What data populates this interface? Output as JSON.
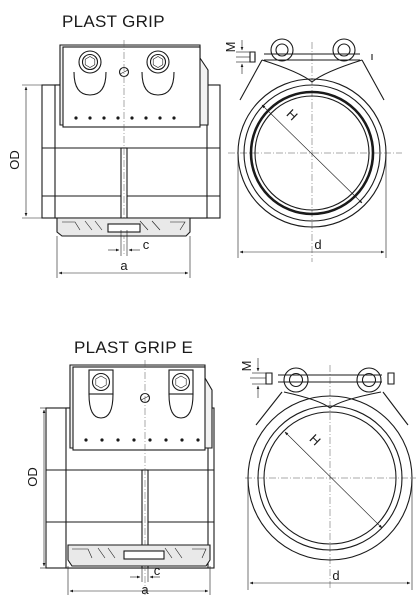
{
  "figures": [
    {
      "title": "PLAST GRIP",
      "labels": {
        "od": "OD",
        "a": "a",
        "c": "c",
        "m": "M",
        "h": "H",
        "d": "d"
      }
    },
    {
      "title": "PLAST GRIP E",
      "labels": {
        "od": "OD",
        "a": "a",
        "c": "c",
        "m": "M",
        "h": "H",
        "d": "d"
      }
    }
  ]
}
